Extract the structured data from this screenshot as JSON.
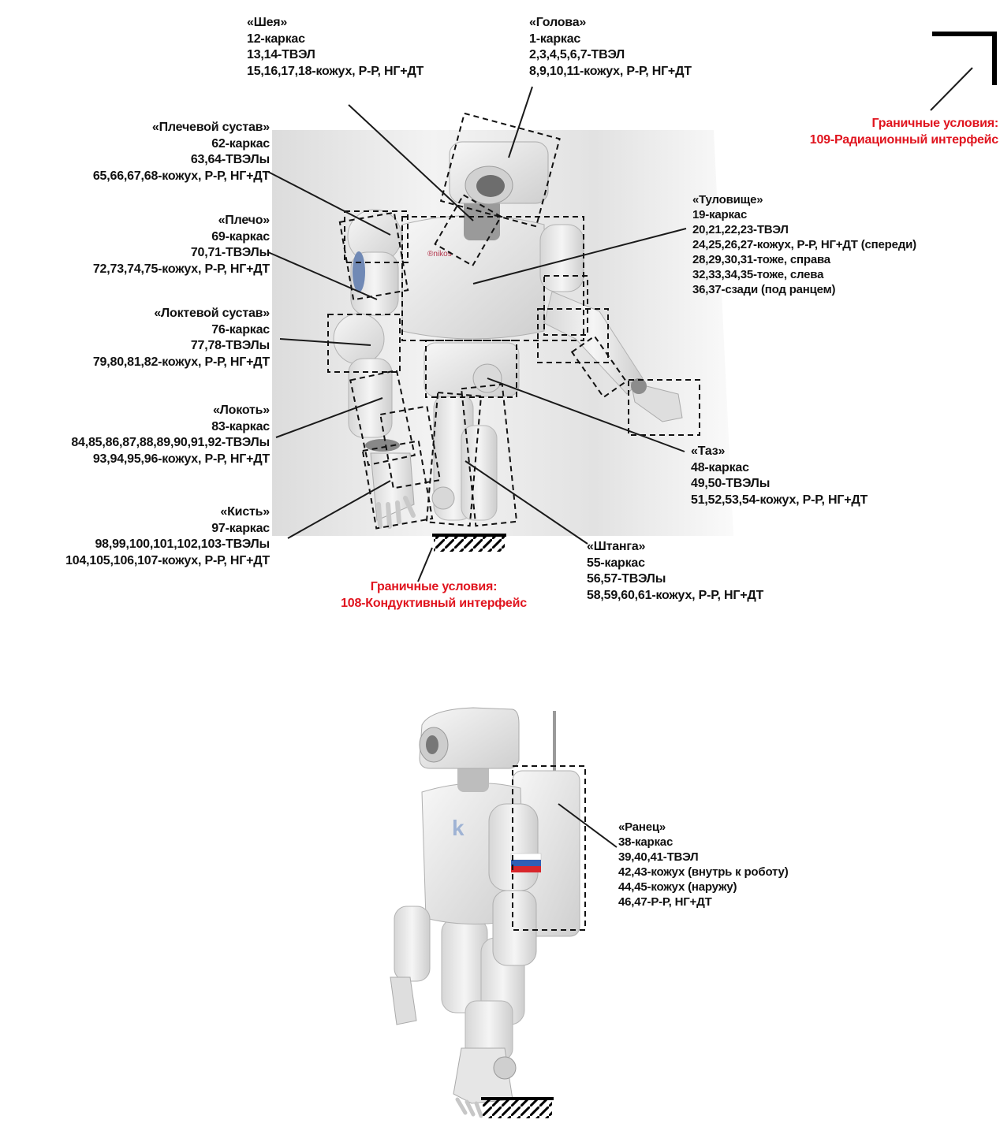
{
  "labels": {
    "sheya": [
      "«Шея»",
      "12-каркас",
      "13,14-ТВЭЛ",
      "15,16,17,18-кожух, Р-Р, НГ+ДТ"
    ],
    "golova": [
      "«Голова»",
      "1-каркас",
      "2,3,4,5,6,7-ТВЭЛ",
      "8,9,10,11-кожух, Р-Р, НГ+ДТ"
    ],
    "gran_rad": [
      "Граничные условия:",
      "109-Радиационный интерфейс"
    ],
    "plech_sustav": [
      "«Плечевой сустав»",
      "62-каркас",
      "63,64-ТВЭЛы",
      "65,66,67,68-кожух, Р-Р, НГ+ДТ"
    ],
    "tulovishche": [
      "«Туловище»",
      "19-каркас",
      "20,21,22,23-ТВЭЛ",
      "24,25,26,27-кожух, Р-Р, НГ+ДТ (спереди)",
      "28,29,30,31-тоже, справа",
      "32,33,34,35-тоже, слева",
      "36,37-сзади (под ранцем)"
    ],
    "plecho": [
      "«Плечо»",
      "69-каркас",
      "70,71-ТВЭЛы",
      "72,73,74,75-кожух, Р-Р, НГ+ДТ"
    ],
    "lokt_sustav": [
      "«Локтевой сустав»",
      "76-каркас",
      "77,78-ТВЭЛы",
      "79,80,81,82-кожух, Р-Р, НГ+ДТ"
    ],
    "lokot": [
      "«Локоть»",
      "83-каркас",
      "84,85,86,87,88,89,90,91,92-ТВЭЛы",
      "93,94,95,96-кожух, Р-Р, НГ+ДТ"
    ],
    "taz": [
      "«Таз»",
      "48-каркас",
      "49,50-ТВЭЛы",
      "51,52,53,54-кожух, Р-Р, НГ+ДТ"
    ],
    "kist": [
      "«Кисть»",
      "97-каркас",
      "98,99,100,101,102,103-ТВЭЛы",
      "104,105,106,107-кожух, Р-Р, НГ+ДТ"
    ],
    "shtanga": [
      "«Штанга»",
      "55-каркас",
      "56,57-ТВЭЛы",
      "58,59,60,61-кожух, Р-Р, НГ+ДТ"
    ],
    "gran_kond": [
      "Граничные условия:",
      "108-Кондуктивный интерфейс"
    ],
    "ranets": [
      "«Ранец»",
      "38-каркас",
      "39,40,41-ТВЭЛ",
      "42,43-кожух (внутрь к роботу)",
      "44,45-кожух (наружу)",
      "46,47-Р-Р, НГ+ДТ"
    ]
  },
  "colors": {
    "text": "#111111",
    "boundary_text": "#e0141e",
    "leader": "#1a1a1a",
    "robot_body": "#e9e9e9",
    "robot_shadow": "#bdbdbd",
    "flag_white": "#ffffff",
    "flag_blue": "#2f5fb5",
    "flag_red": "#d8262b"
  }
}
